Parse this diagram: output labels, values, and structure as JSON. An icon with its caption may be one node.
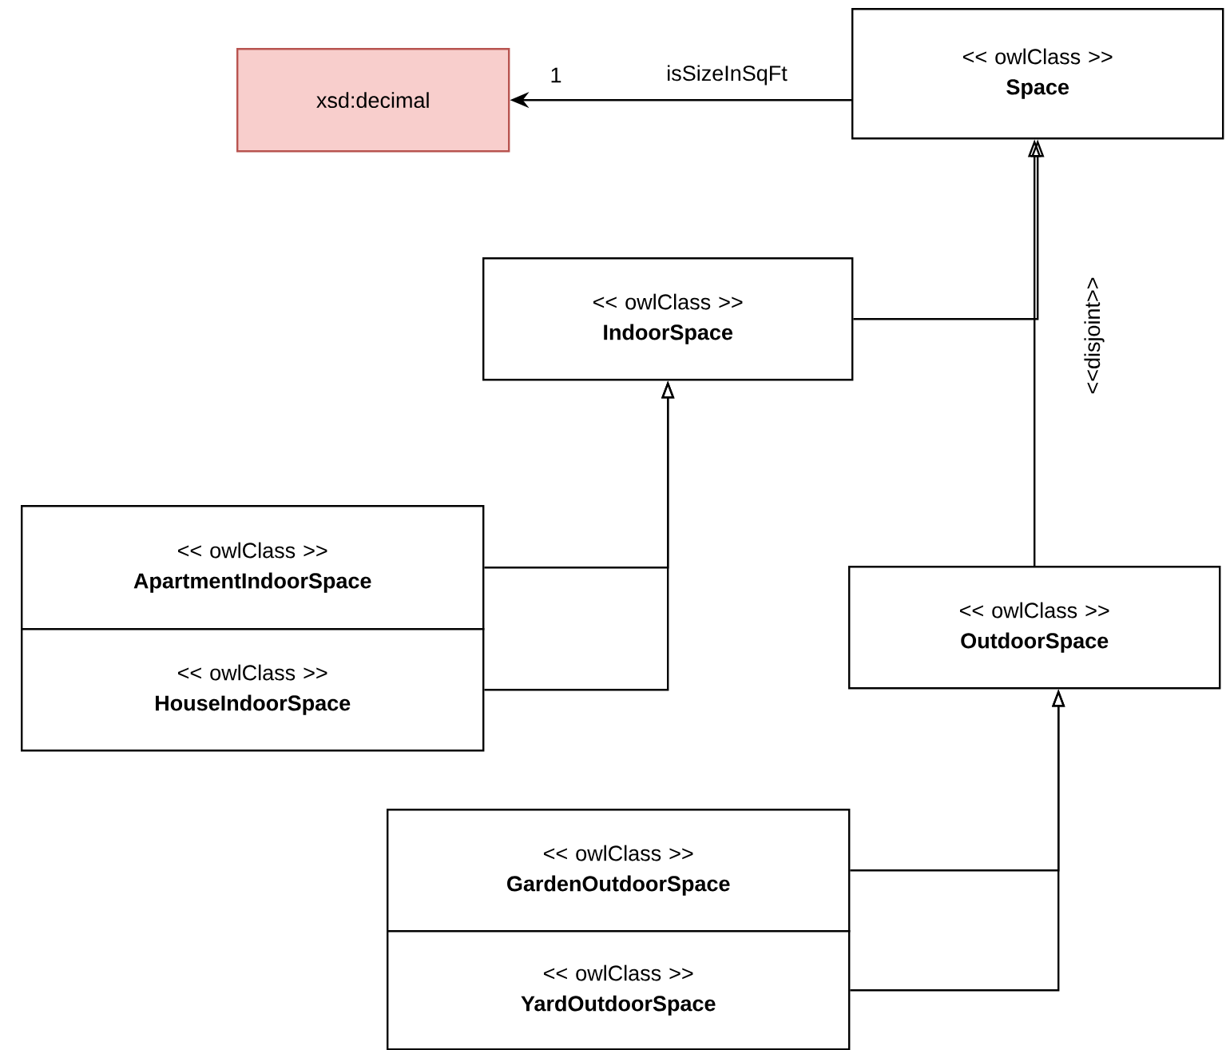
{
  "diagram": {
    "nodes": [
      {
        "text": [
          "xsd:decimal"
        ]
      },
      {
        "text": [
          "<< owlClass >>",
          "Space"
        ]
      },
      {
        "text": [
          "<< owlClass >>",
          "IndoorSpace"
        ]
      },
      {
        "text": [
          "<< owlClass >>",
          "OutdoorSpace"
        ]
      },
      {
        "text": [
          "<< owlClass >>",
          "ApartmentIndoorSpace"
        ]
      },
      {
        "text": [
          "<< owlClass >>",
          "HouseIndoorSpace"
        ]
      },
      {
        "text": [
          "<< owlClass >>",
          "GardenOutdoorSpace"
        ]
      },
      {
        "text": [
          "<< owlClass >>",
          "YardOutdoorSpace"
        ]
      }
    ],
    "edges": [
      {
        "from": 1,
        "to": 0,
        "arrow": "to",
        "label": "isSizeInSqFt"
      },
      {
        "from": 2,
        "to": 1,
        "arrow": "to"
      },
      {
        "from": 3,
        "to": 1,
        "arrow": "to"
      },
      {
        "from": 4,
        "to": 2,
        "arrow": "to"
      },
      {
        "from": 5,
        "to": 2,
        "arrow": "to"
      },
      {
        "from": 6,
        "to": 3,
        "arrow": "to"
      },
      {
        "from": 7,
        "to": 3,
        "arrow": "to"
      }
    ],
    "labels": [
      "1",
      "<<disjoint>>"
    ]
  }
}
